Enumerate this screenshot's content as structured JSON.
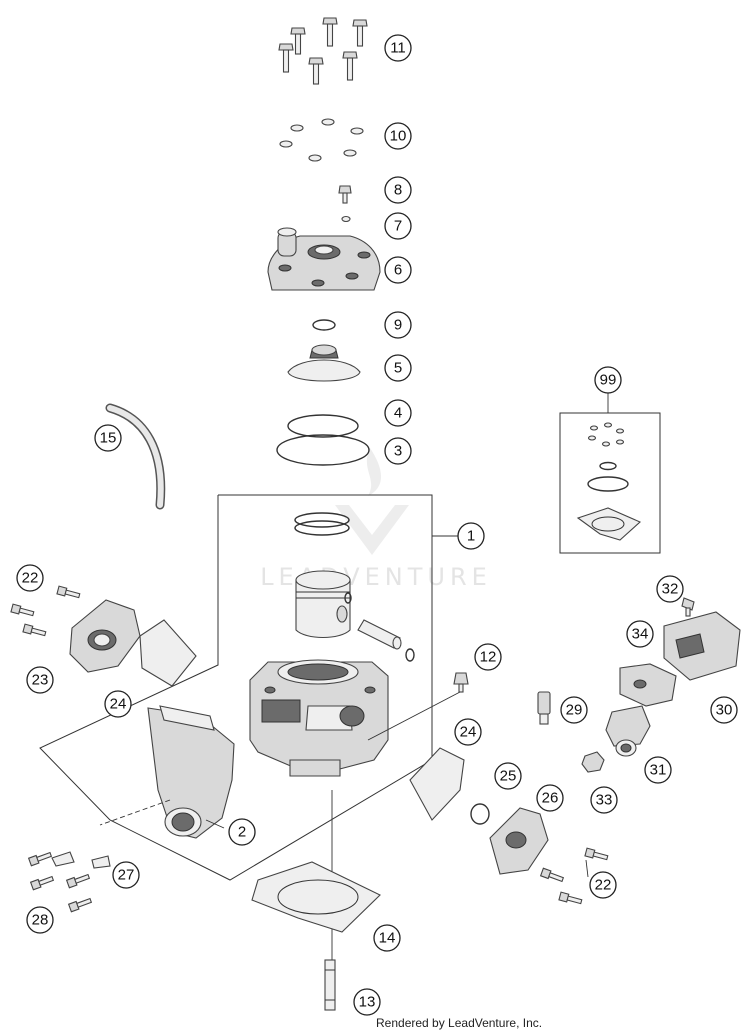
{
  "watermark": {
    "text": "LEADVENTURE"
  },
  "footer": {
    "text": "Rendered by LeadVenture, Inc."
  },
  "callouts": {
    "c1": "1",
    "c2": "2",
    "c3": "3",
    "c4": "4",
    "c5": "5",
    "c6": "6",
    "c7": "7",
    "c8": "8",
    "c9": "9",
    "c10": "10",
    "c11": "11",
    "c12": "12",
    "c13": "13",
    "c14": "14",
    "c15": "15",
    "c22a": "22",
    "c22b": "22",
    "c23": "23",
    "c24a": "24",
    "c24b": "24",
    "c25": "25",
    "c26": "26",
    "c27": "27",
    "c28": "28",
    "c29": "29",
    "c30": "30",
    "c31": "31",
    "c32": "32",
    "c33": "33",
    "c34": "34",
    "c99": "99"
  }
}
